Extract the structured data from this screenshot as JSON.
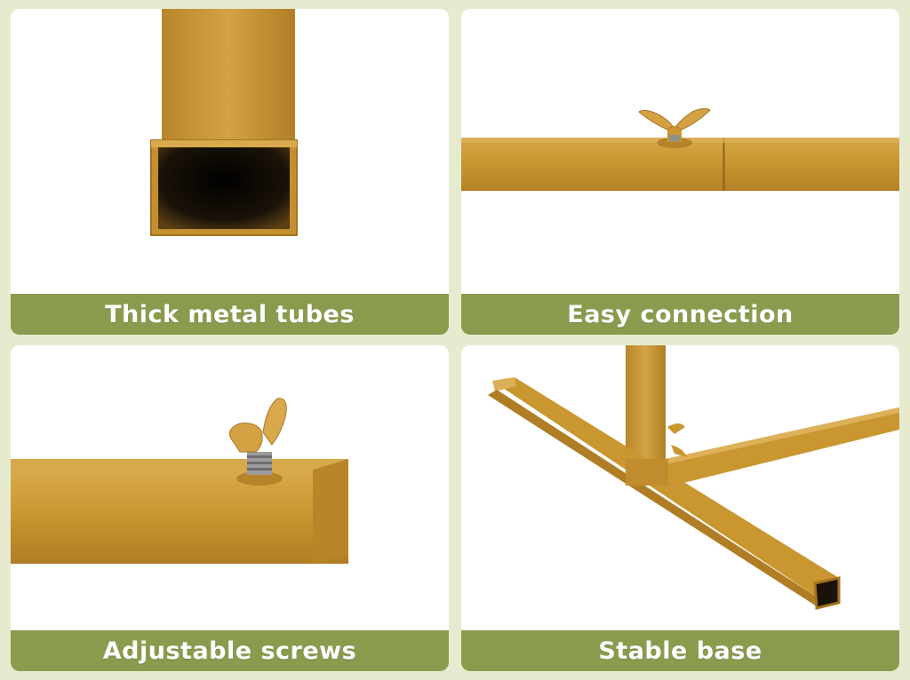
{
  "panels": [
    {
      "caption": "Thick metal tubes"
    },
    {
      "caption": "Easy connection"
    },
    {
      "caption": "Adjustable screws"
    },
    {
      "caption": "Stable base"
    }
  ],
  "colors": {
    "background": "#e6ebd0",
    "caption_bar": "#8a9b4e",
    "caption_text": "#ffffff",
    "metal": "#c9962f"
  }
}
